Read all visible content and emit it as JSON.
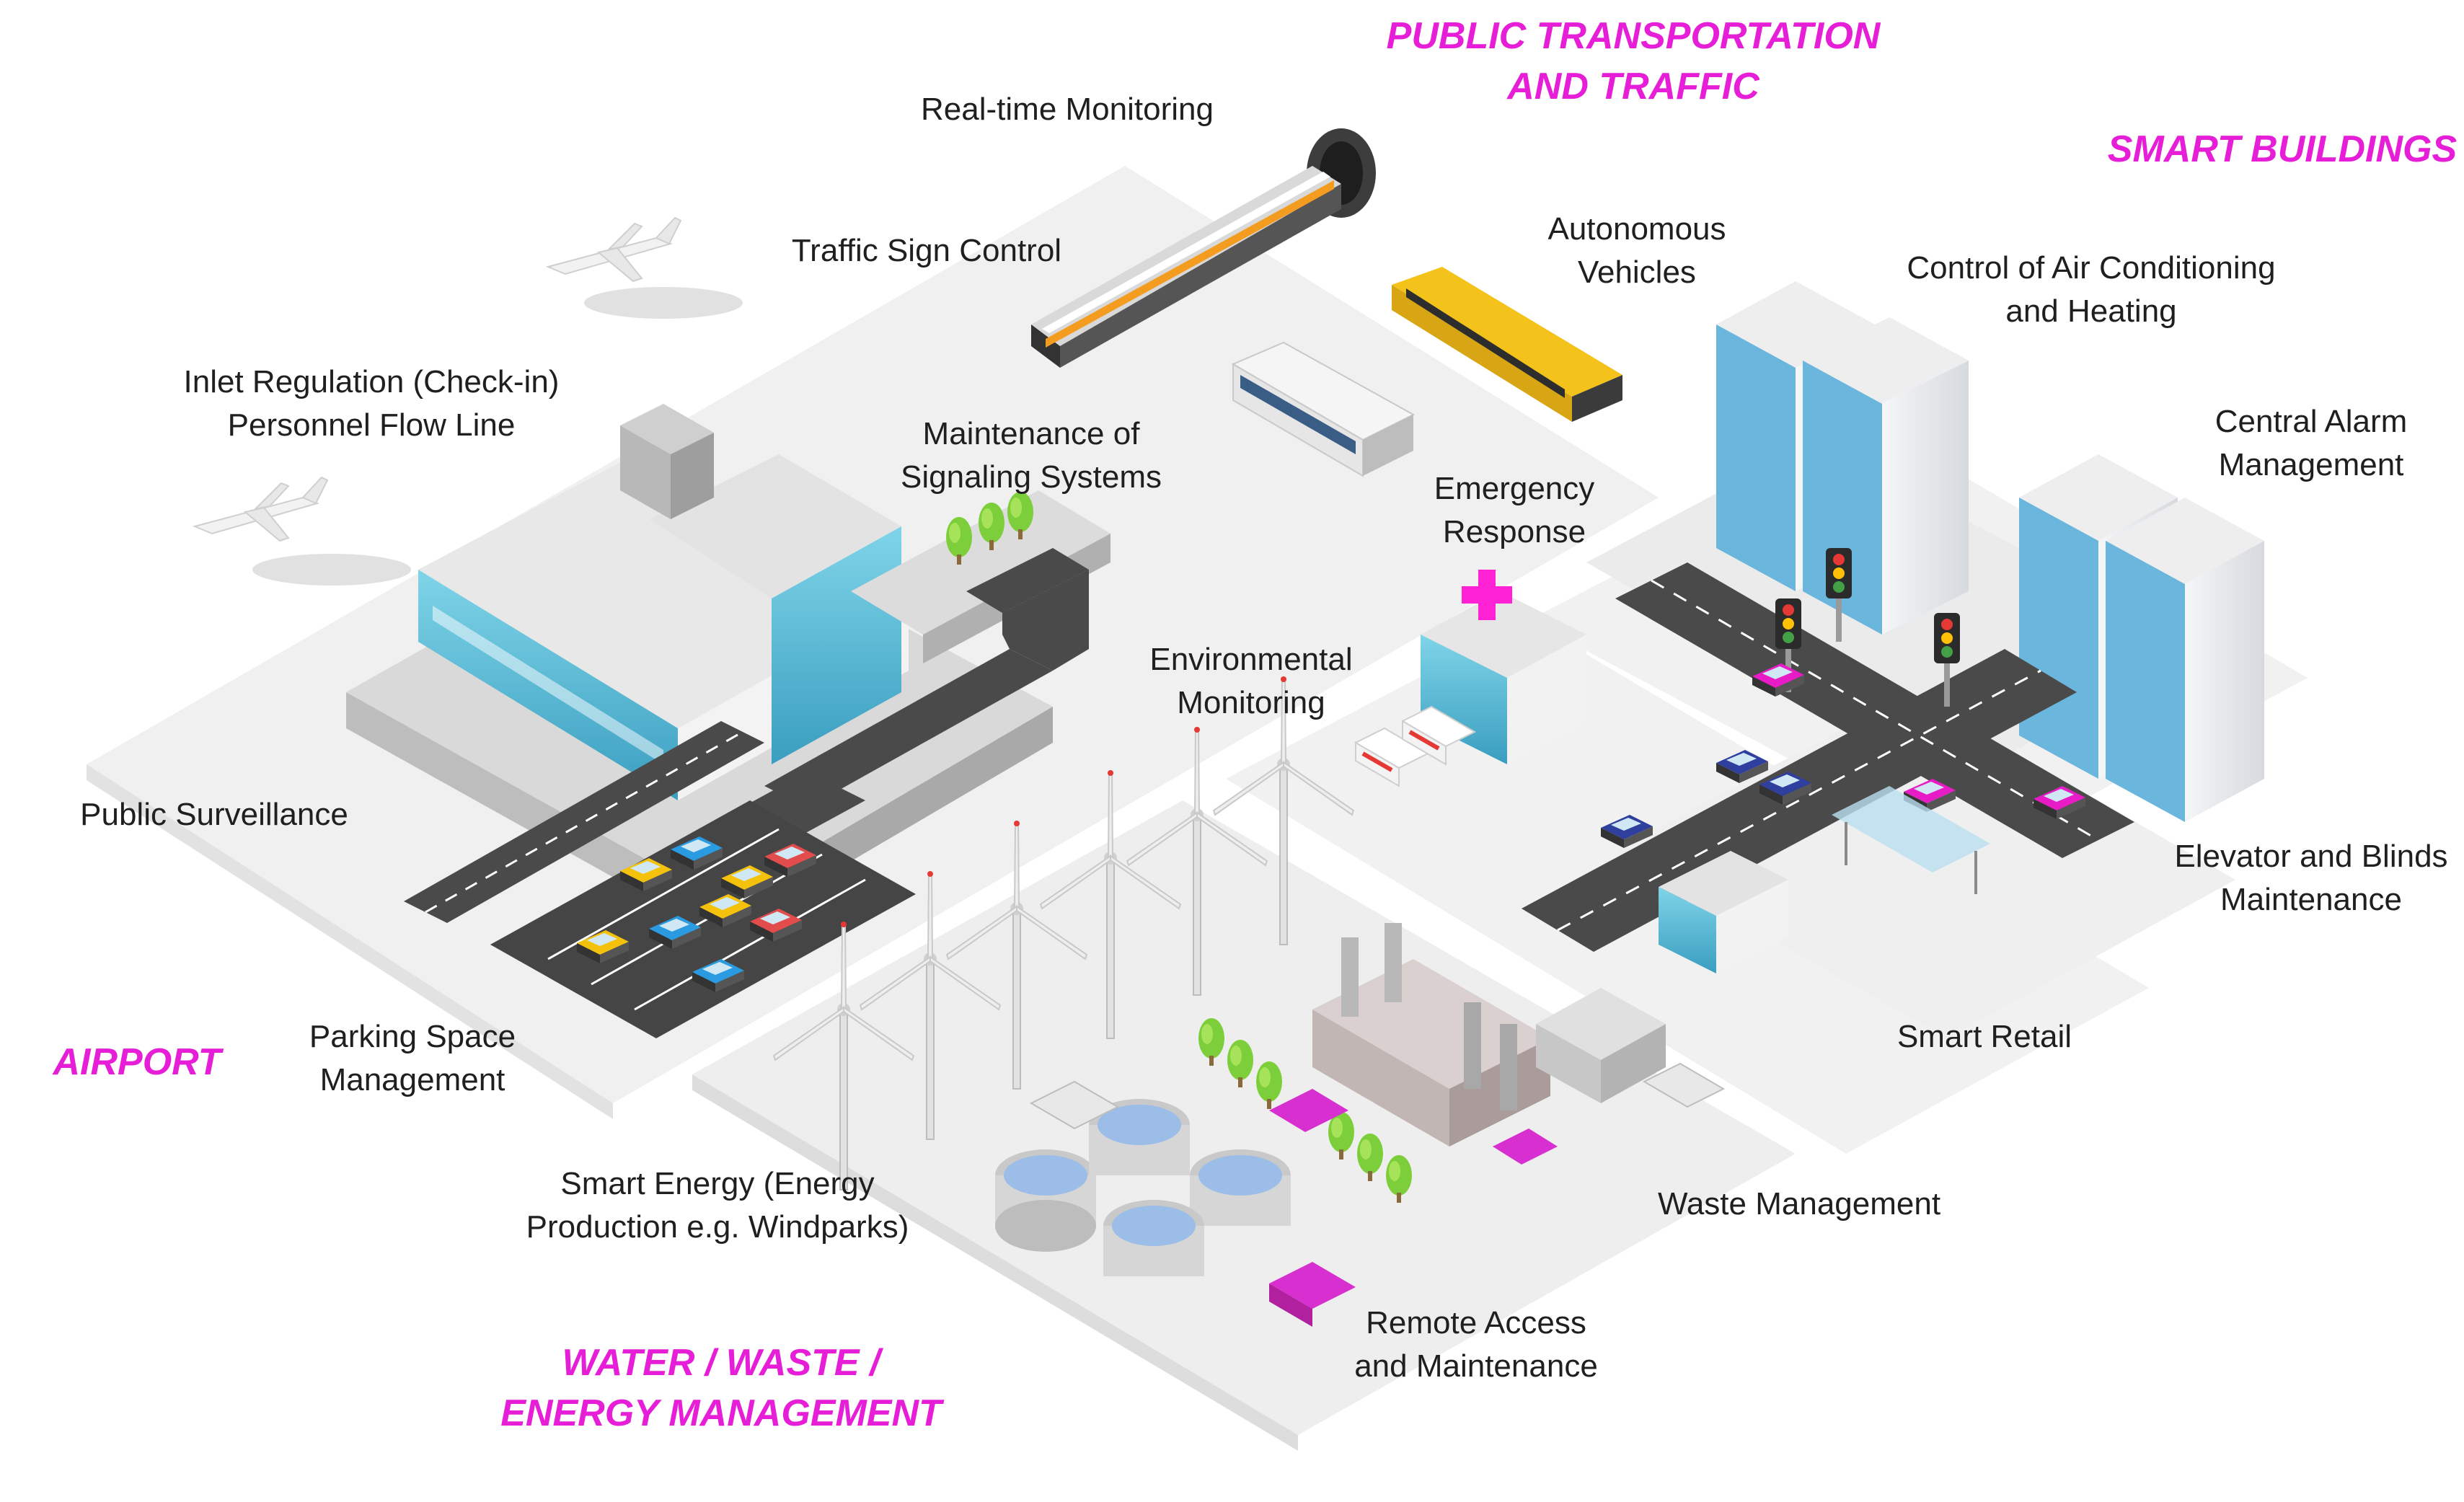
{
  "categories": {
    "public_transportation": [
      "PUBLIC TRANSPORTATION",
      "AND TRAFFIC"
    ],
    "smart_buildings": [
      "SMART BUILDINGS"
    ],
    "airport": [
      "AIRPORT"
    ],
    "water_waste_energy": [
      "WATER / WASTE /",
      "ENERGY MANAGEMENT"
    ]
  },
  "labels": {
    "realtime_monitoring": [
      "Real-time Monitoring"
    ],
    "traffic_sign_control": [
      "Traffic Sign Control"
    ],
    "autonomous_vehicles": [
      "Autonomous",
      "Vehicles"
    ],
    "air_conditioning": [
      "Control of Air Conditioning",
      "and Heating"
    ],
    "inlet_regulation": [
      "Inlet Regulation (Check-in)",
      "Personnel Flow Line"
    ],
    "signaling_systems": [
      "Maintenance of",
      "Signaling Systems"
    ],
    "central_alarm": [
      "Central Alarm",
      "Management"
    ],
    "emergency_response": [
      "Emergency",
      "Response"
    ],
    "environmental_monitoring": [
      "Environmental",
      "Monitoring"
    ],
    "public_surveillance": [
      "Public Surveillance"
    ],
    "elevator_blinds": [
      "Elevator and Blinds",
      "Maintenance"
    ],
    "smart_retail": [
      "Smart Retail"
    ],
    "parking_space": [
      "Parking Space",
      "Management"
    ],
    "smart_energy": [
      "Smart Energy (Energy",
      "Production e.g. Windparks)"
    ],
    "waste_management": [
      "Waste Management"
    ],
    "remote_access": [
      "Remote Access",
      "and Maintenance"
    ]
  },
  "colors": {
    "category": "#e61ed7",
    "label": "#1f1f1f",
    "ground": "#f1f1f1",
    "road": "#4a4a4a",
    "glass": "#5bbfd8",
    "building": "#e9e9e9",
    "accent": "#ff22d4",
    "tram": "#f3c21b"
  },
  "icons": [
    "airplane-icon",
    "train-icon",
    "tram-icon",
    "bus-icon",
    "wind-turbine-icon",
    "traffic-light-icon",
    "ambulance-icon",
    "medical-cross-icon",
    "tree-icon",
    "car-icon",
    "truck-icon",
    "water-tank-icon"
  ]
}
